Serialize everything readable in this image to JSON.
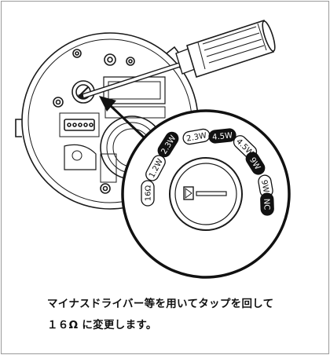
{
  "diagram": {
    "dial_labels": [
      {
        "text": "1.2W",
        "inverted": false
      },
      {
        "text": "2.3W",
        "inverted": true
      },
      {
        "text": "2.3W",
        "inverted": false
      },
      {
        "text": "4.5W",
        "inverted": true
      },
      {
        "text": "4.5W",
        "inverted": false
      },
      {
        "text": "9W",
        "inverted": true
      },
      {
        "text": "9W",
        "inverted": false
      },
      {
        "text": "NC",
        "inverted": true
      },
      {
        "text": "16Ω",
        "inverted": false
      }
    ],
    "colors": {
      "line": "#1a1a1a",
      "fill_dark": "#111111",
      "fill_light": "#ffffff"
    }
  },
  "caption": {
    "line1": "マイナスドライバー等を用いてタップを回して",
    "line2": "１６Ω に変更します。"
  }
}
